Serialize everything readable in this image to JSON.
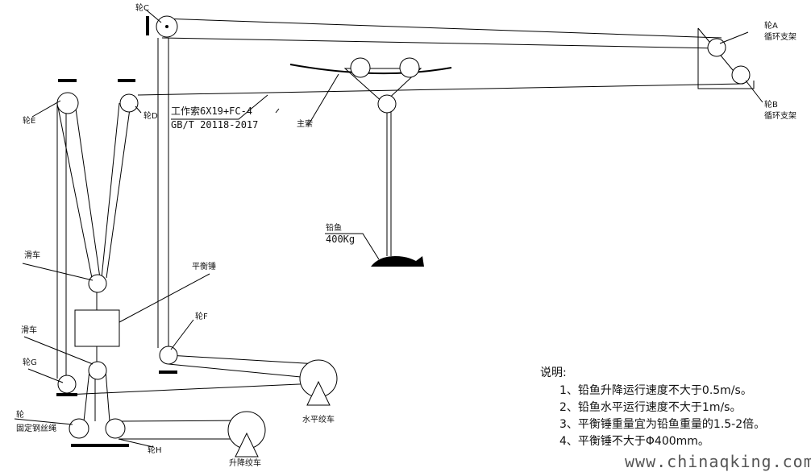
{
  "labels": {
    "wheel_a": "轮A",
    "support_a": "循环支架",
    "wheel_b": "轮B",
    "support_b": "循环支架",
    "wheel_c": "轮C",
    "wheel_e": "轮E",
    "wheel_d": "轮D",
    "wheel_f": "轮F",
    "wheel_g": "轮G",
    "wheel_h": "轮H",
    "wheel_bottom_left": "轮",
    "fixed_rope": "固定钢丝绳",
    "pulley_upper": "滑车",
    "pulley_lower": "滑车",
    "counterweight": "平衡锤",
    "main_cable": "主索",
    "work_cable_line1": "工作索6X19+FC-4",
    "work_cable_line2": "GB/T 20118-2017",
    "lead_fish": "铅鱼",
    "lead_fish_weight": "400Kg",
    "horizontal_winch": "水平绞车",
    "lift_winch": "升降绞车"
  },
  "notes": {
    "title": "说明:",
    "items": [
      "1、铅鱼升降运行速度不大于0.5m/s。",
      "2、铅鱼水平运行速度不大于1m/s。",
      "3、平衡锤重量宜为铅鱼重量的1.5-2倍。",
      "4、平衡锤不大于Φ400mm。"
    ]
  },
  "watermark": "www.chinaqking.com"
}
